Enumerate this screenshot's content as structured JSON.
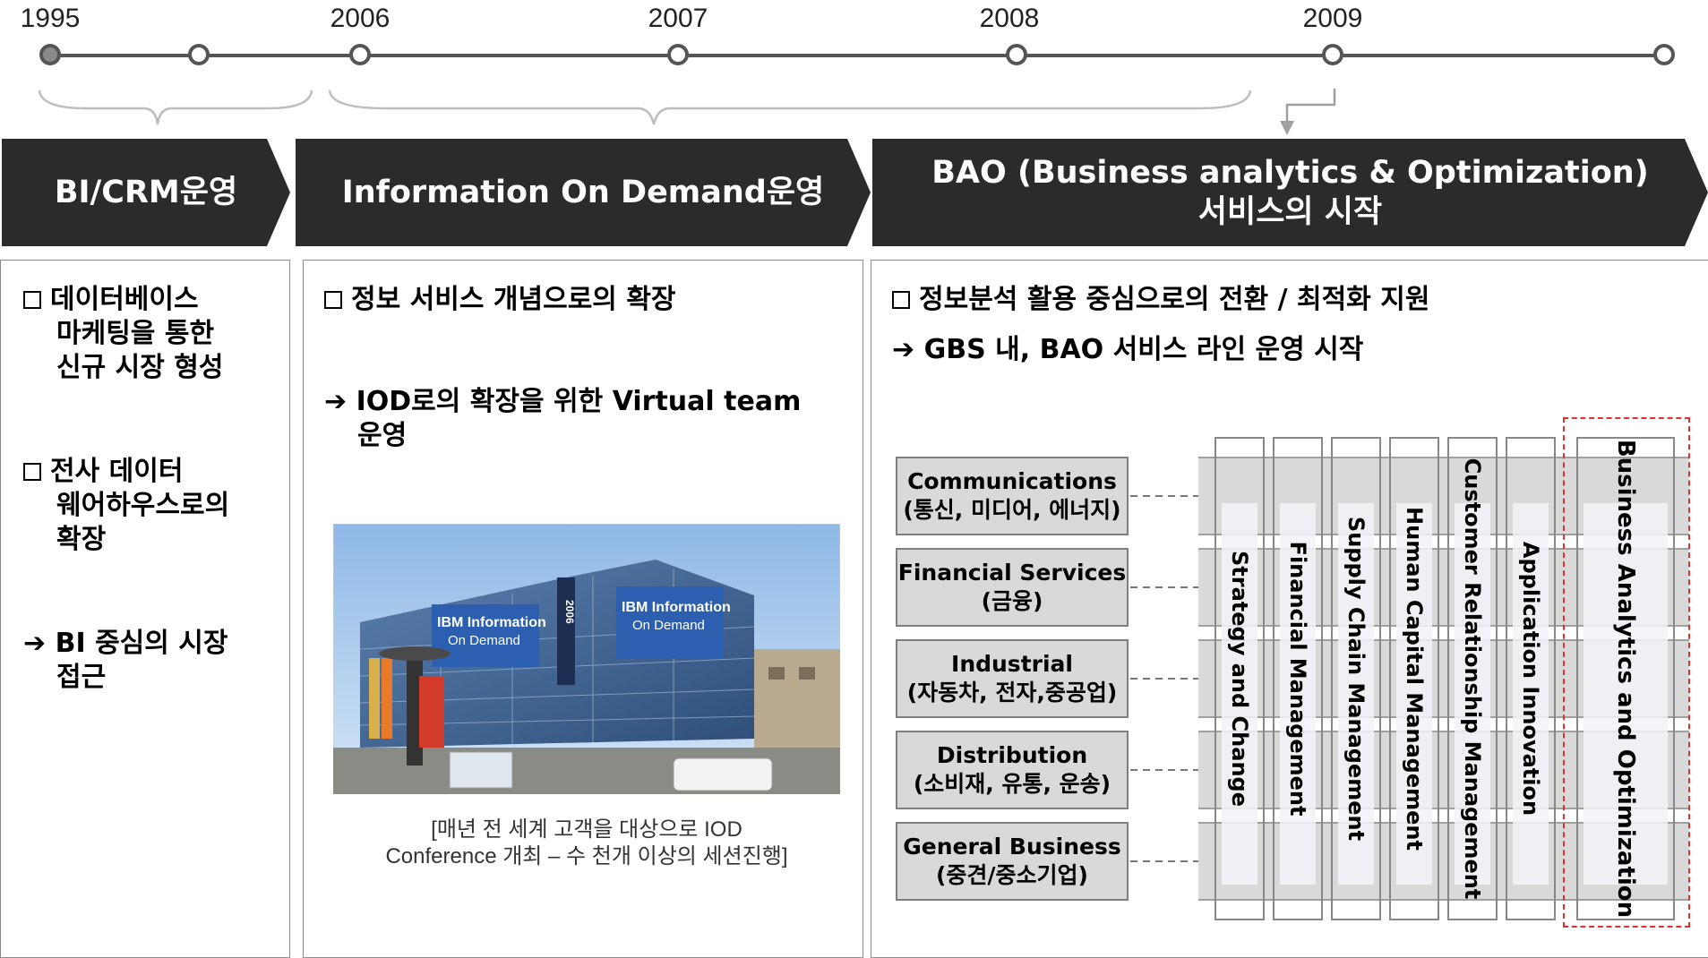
{
  "timeline": {
    "years": [
      "1995",
      "2006",
      "2007",
      "2008",
      "2009"
    ]
  },
  "headers": [
    {
      "line1": "BI/CRM운영",
      "line2": ""
    },
    {
      "line1": "Information On Demand운영",
      "line2": ""
    },
    {
      "line1": "BAO (Business analytics & Optimization)",
      "line2": "서비스의 시작"
    }
  ],
  "panel1": {
    "bullet1": [
      "데이터베이스",
      "마케팅을 통한",
      "신규 시장 형성"
    ],
    "bullet2": [
      "전사 데이터",
      "웨어하우스로의",
      "확장"
    ],
    "arrow": [
      "BI 중심의 시장",
      "접근"
    ]
  },
  "panel2": {
    "bullet1": "정보 서비스 개념으로의 확장",
    "arrow": [
      "IOD로의 확장을 위한 Virtual team",
      "운영"
    ],
    "photo": {
      "sign1": "IBM Information",
      "sign2": "On Demand",
      "banner": "2006"
    },
    "caption": [
      "[매년 전 세계 고객을 대상으로 IOD",
      "Conference 개최 – 수 천개 이상의 세션진행]"
    ]
  },
  "panel3": {
    "bullet1": "정보분석 활용 중심으로의 전환 / 최적화 지원",
    "arrow": "GBS 내, BAO 서비스 라인 운영 시작",
    "industries": [
      {
        "name": "Communications",
        "sub": "(통신, 미디어, 에너지)"
      },
      {
        "name": "Financial Services",
        "sub": "(금융)"
      },
      {
        "name": "Industrial",
        "sub": "(자동차, 전자,중공업)"
      },
      {
        "name": "Distribution",
        "sub": "(소비재, 유통, 운송)"
      },
      {
        "name": "General Business",
        "sub": "(중견/중소기업)"
      }
    ],
    "services": [
      "Strategy and Change",
      "Financial Management",
      "Supply Chain Management",
      "Human Capital Management",
      "Customer Relationship Management",
      "Application Innovation",
      "Business Analytics and Optimization"
    ]
  },
  "colors": {
    "header_bg": "#2b2b2b",
    "highlight_dash": "#e03030",
    "industry_bg": "#d9d9d9"
  }
}
